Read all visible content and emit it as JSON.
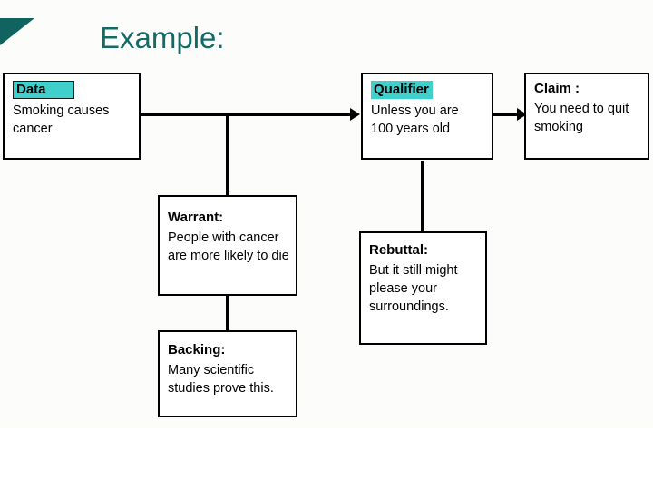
{
  "slide": {
    "title": "Example:",
    "title_color": "#146a66",
    "accent_color": "#3fd0cc",
    "background_color": "#fcfdfa"
  },
  "diagram": {
    "type": "toulmin-argument-model",
    "nodes": [
      {
        "id": "data",
        "label": "Data",
        "label_highlighted": true,
        "lines": [
          "Smoking causes",
          "cancer"
        ]
      },
      {
        "id": "qualifier",
        "label": "Qualifier",
        "label_highlighted": true,
        "lines": [
          "Unless you are",
          "100 years old"
        ]
      },
      {
        "id": "claim",
        "label": "Claim :",
        "label_highlighted": false,
        "lines": [
          "You need to quit",
          "smoking"
        ]
      },
      {
        "id": "warrant",
        "label": "Warrant:",
        "label_highlighted": false,
        "lines": [
          "People with cancer",
          "are more likely to die"
        ]
      },
      {
        "id": "backing",
        "label": "Backing:",
        "label_highlighted": false,
        "lines": [
          "Many scientific",
          "studies prove this."
        ]
      },
      {
        "id": "rebuttal",
        "label": "Rebuttal:",
        "label_highlighted": false,
        "lines": [
          "But it still might",
          "please your",
          "surroundings."
        ]
      }
    ],
    "connections": [
      {
        "from": "data",
        "to": "qualifier",
        "style": "arrow"
      },
      {
        "from": "qualifier",
        "to": "claim",
        "style": "arrow"
      },
      {
        "from": "data-qualifier-link",
        "to": "warrant",
        "style": "line"
      },
      {
        "from": "warrant",
        "to": "backing",
        "style": "line"
      },
      {
        "from": "qualifier",
        "to": "rebuttal",
        "style": "line"
      }
    ]
  }
}
